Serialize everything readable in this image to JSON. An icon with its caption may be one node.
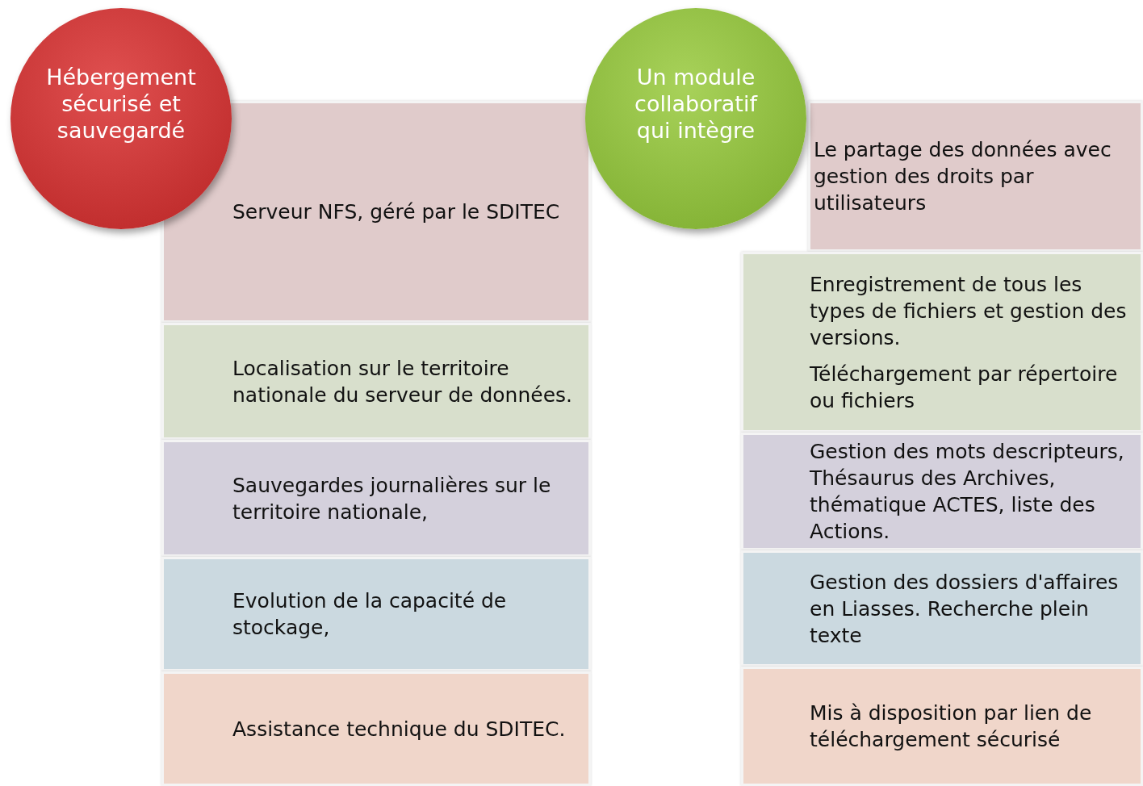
{
  "diagram": {
    "nodes": [
      {
        "text": [
          "Hébergement sécurisé  et sauvegardé"
        ]
      },
      {
        "text": [
          "Serveur NFS, géré par le SDITEC"
        ]
      },
      {
        "text": [
          "Localisation sur le territoire nationale du serveur  de données."
        ]
      },
      {
        "text": [
          "Sauvegardes journalières sur le territoire nationale,"
        ]
      },
      {
        "text": [
          "Evolution de la capacité de stockage,"
        ]
      },
      {
        "text": [
          "Assistance technique du SDITEC."
        ]
      },
      {
        "text": [
          "Un module collaboratif qui intègre"
        ]
      },
      {
        "text": [
          "Le partage des données avec gestion des droits par utilisateurs"
        ]
      },
      {
        "text": [
          "Enregistrement de tous les types de fichiers et gestion des versions.",
          "Téléchargement par répertoire ou fichiers"
        ]
      },
      {
        "text": [
          "Gestion des mots descripteurs, Thésaurus des Archives, thématique ACTES, liste des Actions."
        ]
      },
      {
        "text": [
          "Gestion des dossiers d'affaires en Liasses. Recherche plein texte"
        ]
      },
      {
        "text": [
          "Mis à disposition par lien de téléchargement sécurisé"
        ]
      }
    ],
    "edges": []
  }
}
